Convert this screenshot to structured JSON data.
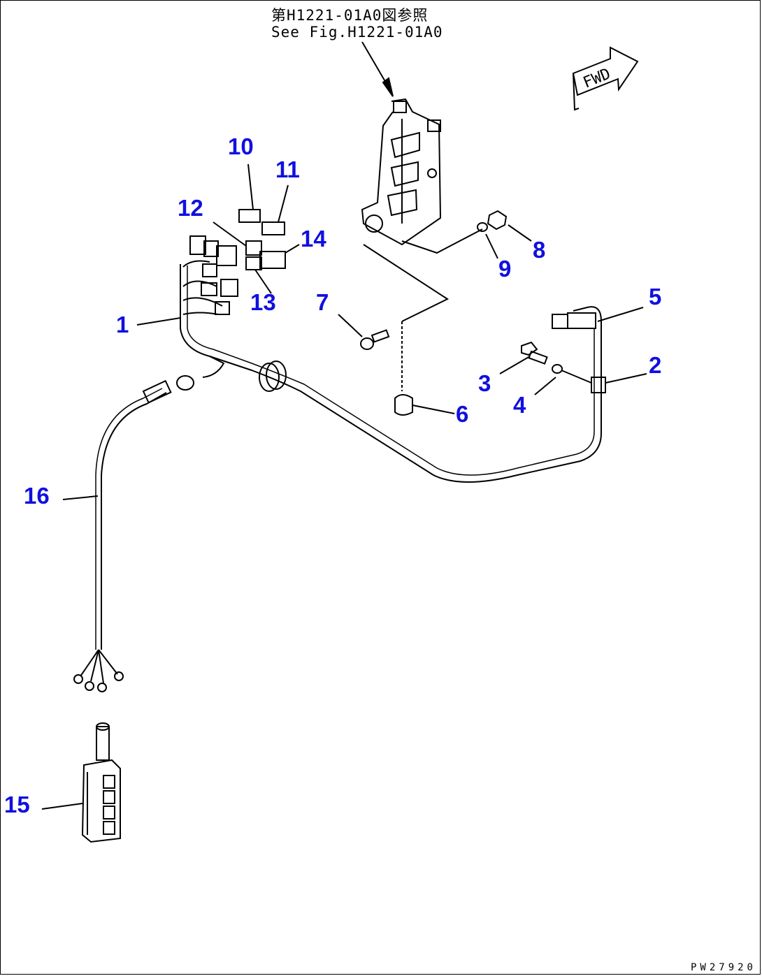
{
  "reference": {
    "line_jp": "第H1221-01A0図参照",
    "line_en": "See Fig.H1221-01A0"
  },
  "direction_label": "FWD",
  "drawing_number": "PW27920",
  "callouts": [
    "1",
    "2",
    "3",
    "4",
    "5",
    "6",
    "7",
    "8",
    "9",
    "10",
    "11",
    "12",
    "13",
    "14",
    "15",
    "16"
  ],
  "colors": {
    "callout": "#1010e0",
    "line": "#000000"
  }
}
